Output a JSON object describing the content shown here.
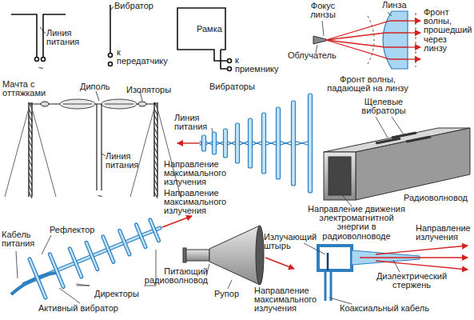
{
  "diagram": {
    "labels": [
      "Линия питания",
      "~",
      "Вибратор",
      "к передатчику",
      "Рамка",
      "к приемнику",
      "Фокус линзы",
      "Линза",
      "Облучатель",
      "Фронт волны, прошедший через линзу",
      "Фронт волны, падающей на линзу",
      "Мачта с оттяжками",
      "Диполь",
      "Изоляторы",
      "Линия питания",
      "~",
      "Вибраторы",
      "Щелевые вибраторы",
      "Линия питания",
      "Направление максимального излучения",
      "Радиоволновод",
      "Направление движения электромагнитной энергии в радиоволноводе",
      "Рефлектор",
      "Направление максимального излучения",
      "Кабель питания",
      "Директоры",
      "Активный вибратор",
      "Питающий радиоволновод",
      "Рупор",
      "Направление максимального излучения",
      "Излучающий штырь",
      "Направление излучения",
      "Диэлектрический стержень",
      "Коаксиальный кабель"
    ]
  }
}
